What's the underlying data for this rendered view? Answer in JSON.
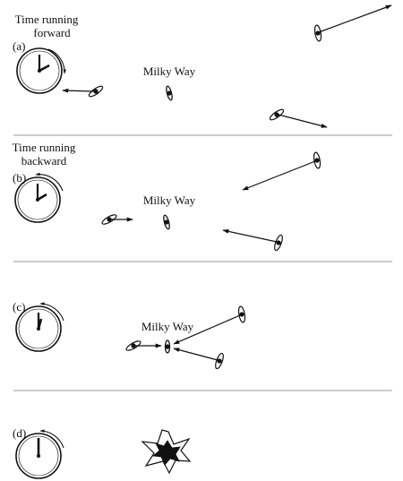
{
  "colors": {
    "ink": "#111111",
    "divider": "#9a9a9a",
    "background": "#ffffff"
  },
  "panels": [
    {
      "label": "(a)",
      "heading": [
        "Time running",
        "forward"
      ],
      "galaxy_label": "Milky Way",
      "clock_arrow_icon": "clockwise-arrow-icon",
      "arrow_count": 3
    },
    {
      "label": "(b)",
      "heading": [
        "Time running",
        "backward"
      ],
      "galaxy_label": "Milky Way",
      "clock_arrow_icon": "counterclockwise-arrow-icon",
      "arrow_count": 3
    },
    {
      "label": "(c)",
      "heading": [],
      "galaxy_label": "Milky Way",
      "clock_arrow_icon": "counterclockwise-arrow-icon",
      "arrow_count": 3
    },
    {
      "label": "(d)",
      "heading": [],
      "galaxy_label": "",
      "clock_arrow_icon": "counterclockwise-arrow-icon",
      "center_icon": "explosion-star-icon"
    }
  ]
}
